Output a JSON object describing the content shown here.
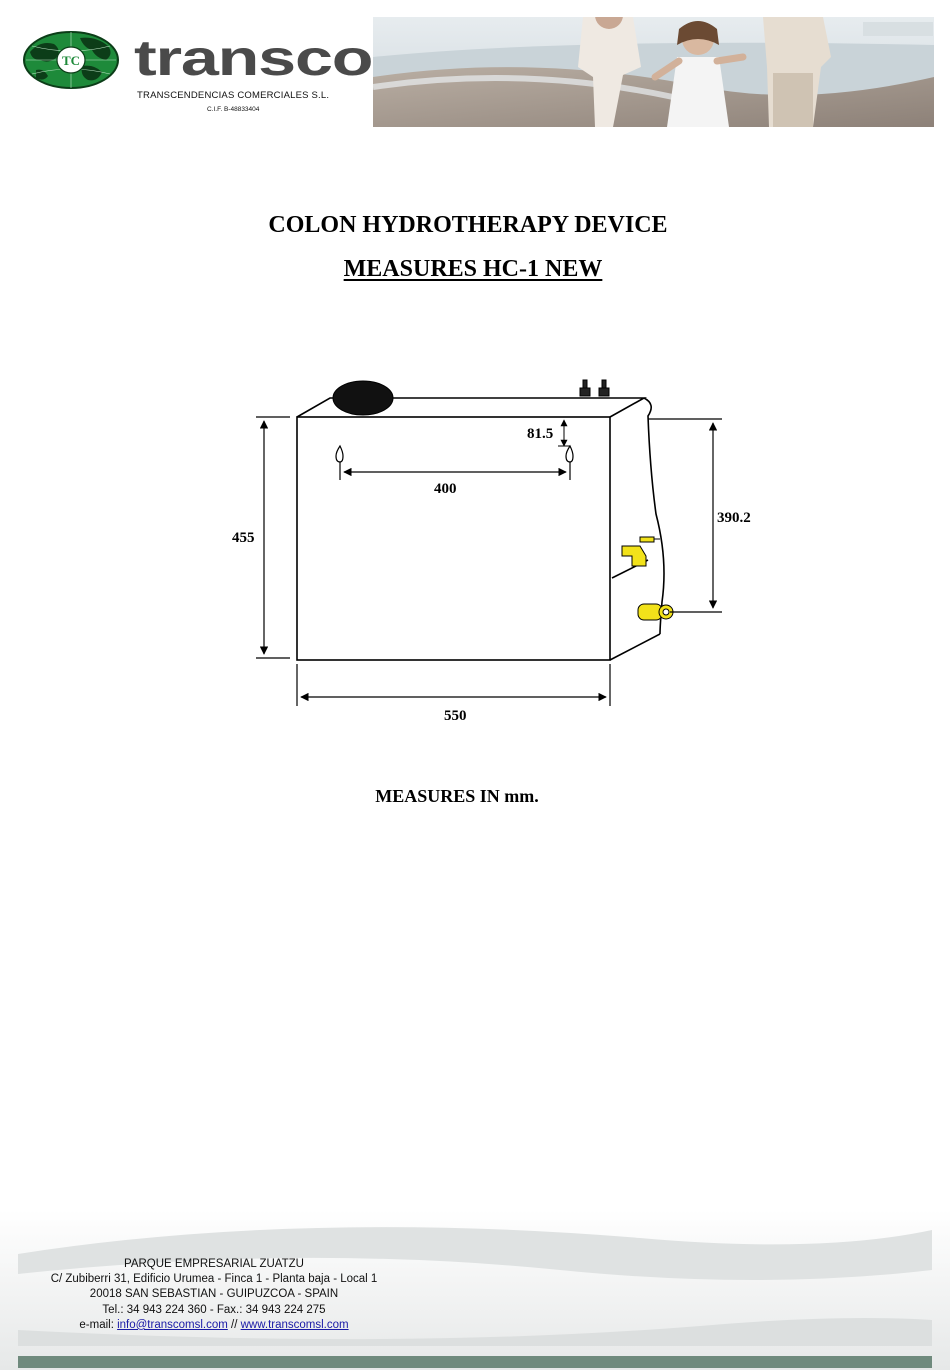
{
  "header": {
    "logo_initials": "TC",
    "brand_name": "transcom",
    "company_name": "TRANSCENDENCIAS COMERCIALES S.L.",
    "cif": "C.I.F. B-48833404"
  },
  "document": {
    "title": "COLON HYDROTHERAPY DEVICE",
    "subtitle": "MEASURES HC-1 NEW",
    "units_note": "MEASURES IN mm."
  },
  "drawing": {
    "dim_width": "550",
    "dim_height": "455",
    "dim_hole_spacing": "400",
    "dim_hole_offset": "81.5",
    "dim_outlet_height": "390.2"
  },
  "footer": {
    "line1": "PARQUE EMPRESARIAL ZUATZU",
    "line2": "C/ Zubiberri 31, Edificio Urumea - Finca 1 - Planta baja - Local 1",
    "line3": "20018 SAN SEBASTIAN - GUIPUZCOA - SPAIN",
    "line4": "Tel.: 34 943 224 360 - Fax.: 34 943 224 275",
    "email_prefix": "e-mail: ",
    "email": "info@transcomsl.com",
    "separator": " // ",
    "website": "www.transcomsl.com"
  },
  "colors": {
    "globe_green": "#1e8a3a",
    "brand_grey": "#4a4a4a",
    "connector_yellow": "#f2e21a",
    "footer_band": "#6f8a7d"
  }
}
